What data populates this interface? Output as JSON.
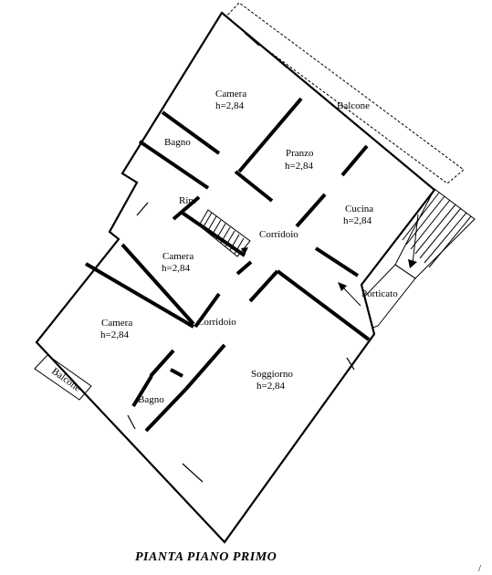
{
  "title": "PIANTA PIANO PRIMO",
  "rooms": [
    {
      "name": "Camera",
      "height": "h=2,84"
    },
    {
      "name": "Bagno"
    },
    {
      "name": "Pranzo",
      "height": "h=2,84"
    },
    {
      "name": "Balcone"
    },
    {
      "name": "Rip."
    },
    {
      "name": "Cucina",
      "height": "h=2,84"
    },
    {
      "name": "Corridoio"
    },
    {
      "name": "Camera",
      "height": "h=2,84"
    },
    {
      "name": "Porticato"
    },
    {
      "name": "Camera",
      "height": "h=2,84"
    },
    {
      "name": "Corridoio"
    },
    {
      "name": "Soggiorno",
      "height": "h=2,84"
    },
    {
      "name": "Bagno"
    },
    {
      "name": "Balcone"
    }
  ],
  "corner_mark": "/"
}
